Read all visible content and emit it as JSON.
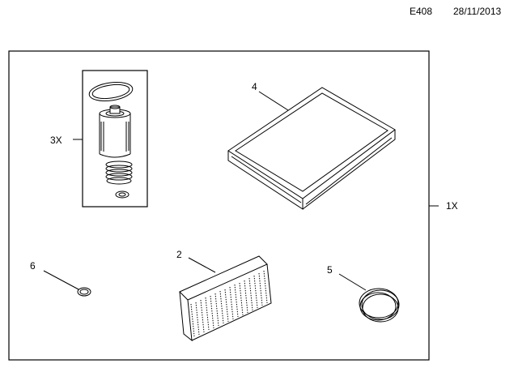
{
  "header": {
    "code": "E408",
    "date": "28/11/2013"
  },
  "callouts": {
    "kit": "1X",
    "oil_filter_set": "3X",
    "air_filter": "4",
    "cabin_filter": "2",
    "seal_ring_large": "5",
    "seal_ring_small": "6"
  }
}
